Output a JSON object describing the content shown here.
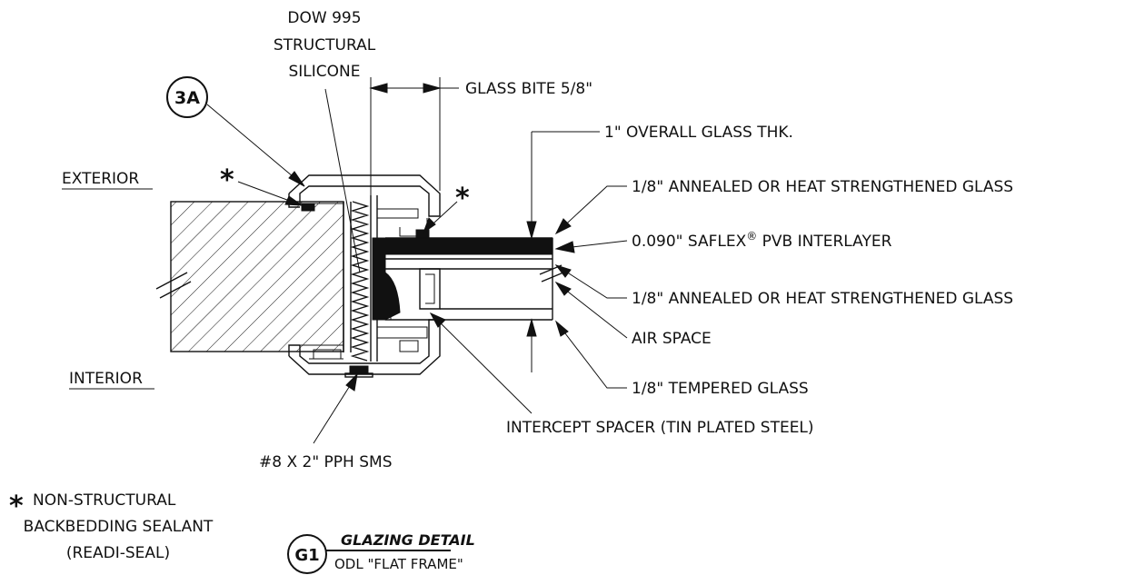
{
  "labels": {
    "silicone_line1": "DOW 995",
    "silicone_line2": "STRUCTURAL",
    "silicone_line3": "SILICONE",
    "glass_bite": "GLASS BITE 5/8\"",
    "overall_thk": "1\" OVERALL GLASS THK.",
    "annealed_outer": "1/8\" ANNEALED OR HEAT STRENGTHENED GLASS",
    "interlayer": "0.090\" SAFLEX",
    "interlayer_reg": "®",
    "interlayer_tail": " PVB INTERLAYER",
    "annealed_inner": "1/8\" ANNEALED OR HEAT STRENGTHENED GLASS",
    "air_space": "AIR SPACE",
    "tempered": "1/8\" TEMPERED GLASS",
    "spacer": "INTERCEPT SPACER (TIN PLATED STEEL)",
    "screw": "#8 X 2\" PPH SMS",
    "exterior": "EXTERIOR",
    "interior": "INTERIOR",
    "section_ref": "3A",
    "asterisk": "*",
    "note_line1": "NON-STRUCTURAL",
    "note_line2": "BACKBEDDING SEALANT",
    "note_line3": "(READI-SEAL)",
    "detail_id": "G1",
    "detail_title": "GLAZING DETAIL",
    "detail_subtitle": "ODL \"FLAT FRAME\""
  }
}
